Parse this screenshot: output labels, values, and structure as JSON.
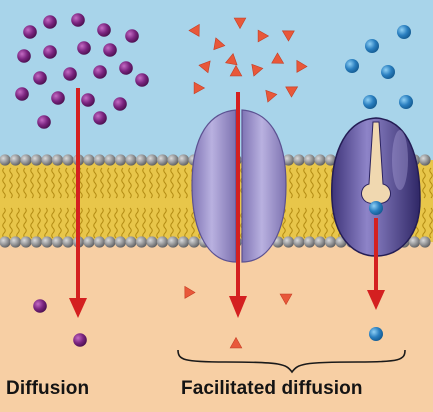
{
  "labels": {
    "diffusion": "Diffusion",
    "facilitated_diffusion": "Facilitated diffusion"
  },
  "colors": {
    "extracellular_fluid": "#a8d4ea",
    "cytoplasm": "#f7cfa4",
    "phospholipid_head": "#8f9092",
    "lipid_tails": "#e8c64a",
    "channel_protein": "#9a8ec8",
    "carrier_protein": "#4a3f8c",
    "purple_molecule": "#6a1c6a",
    "red_triangle_molecule": "#e8583a",
    "blue_molecule": "#2a7fc0",
    "arrow": "#d42020"
  },
  "icons": {
    "membrane": "phospholipid-bilayer",
    "channel": "channel-protein",
    "carrier": "carrier-protein",
    "bracket": "curly-bracket"
  }
}
